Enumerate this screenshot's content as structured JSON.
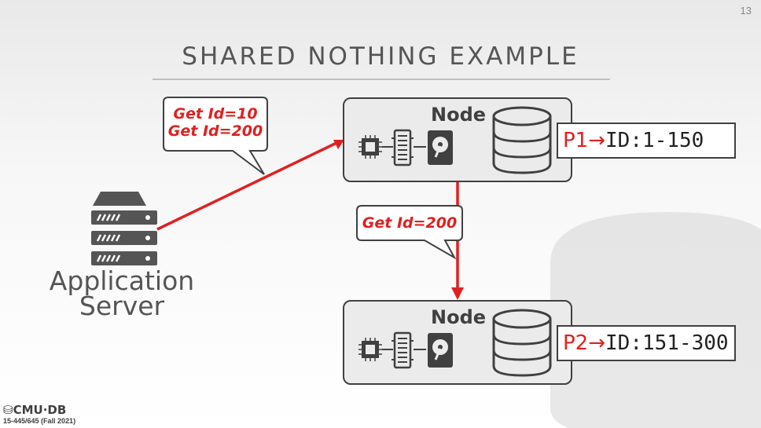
{
  "slide": {
    "page_number": "13",
    "title": "SHARED NOTHING EXAMPLE"
  },
  "app_server": {
    "label_line1": "Application",
    "label_line2": "Server"
  },
  "nodes": [
    {
      "label": "Node",
      "partition_key": "P1",
      "partition_arrow": "→",
      "partition_range": "ID:1-150"
    },
    {
      "label": "Node",
      "partition_key": "P2",
      "partition_arrow": "→",
      "partition_range": "ID:151-300"
    }
  ],
  "request_bubble": {
    "line1": "Get Id=10",
    "line2": "Get Id=200"
  },
  "forward_bubble": {
    "line1": "Get Id=200"
  },
  "footer": {
    "logo_text": "CMU·DB",
    "course": "15-445/645 (Fall 2021)"
  },
  "colors": {
    "accent": "#e02020",
    "node_fill": "#ebebeb",
    "outline": "#404040",
    "text_gray": "#555555"
  }
}
